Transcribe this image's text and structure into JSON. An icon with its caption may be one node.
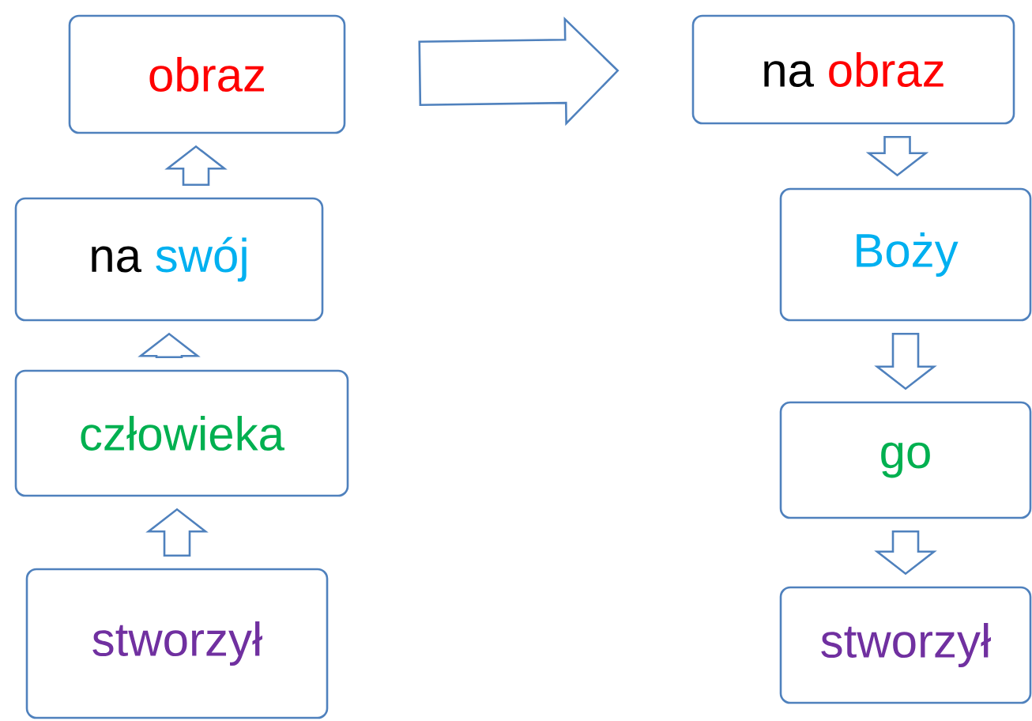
{
  "diagram": {
    "nodes": [
      {
        "text": [
          "obraz"
        ]
      },
      {
        "text": [
          "na",
          "swój"
        ]
      },
      {
        "text": [
          "człowieka"
        ]
      },
      {
        "text": [
          "stworzył"
        ]
      },
      {
        "text": [
          "na",
          "obraz"
        ]
      },
      {
        "text": [
          "Boży"
        ]
      },
      {
        "text": [
          "go"
        ]
      },
      {
        "text": [
          "stworzył"
        ]
      }
    ],
    "edges": [
      {
        "from": 3,
        "to": 2,
        "arrow": "to"
      },
      {
        "from": 2,
        "to": 1,
        "arrow": "to"
      },
      {
        "from": 1,
        "to": 0,
        "arrow": "to"
      },
      {
        "from": 0,
        "to": 4,
        "arrow": "to",
        "style": "thick"
      },
      {
        "from": 4,
        "to": 5,
        "arrow": "to"
      },
      {
        "from": 5,
        "to": 6,
        "arrow": "to"
      },
      {
        "from": 6,
        "to": 7,
        "arrow": "to"
      }
    ]
  }
}
